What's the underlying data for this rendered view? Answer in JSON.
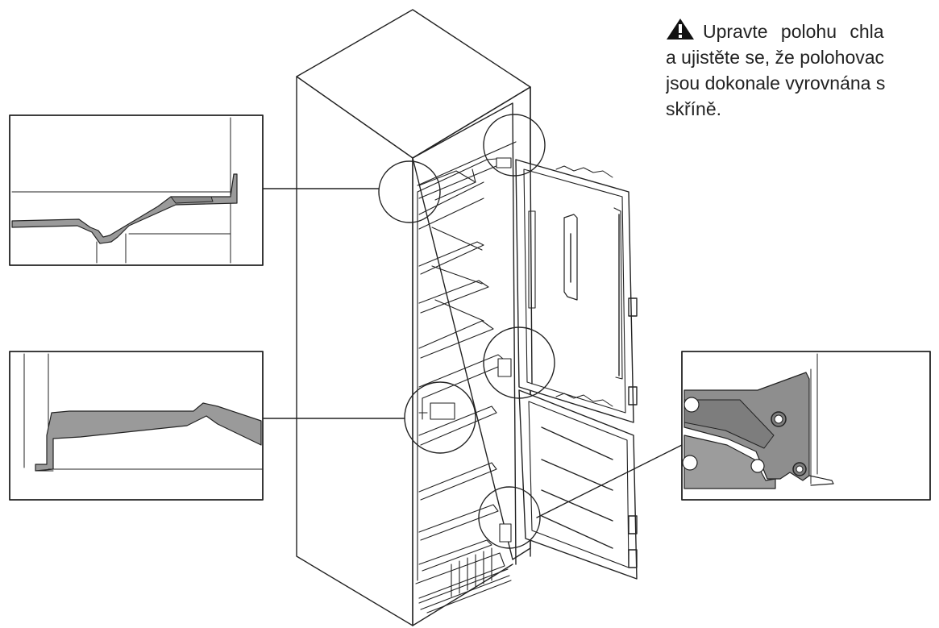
{
  "note": {
    "line1": "Upravte polohu chla",
    "line2": "a ujistěte se, že polohovac",
    "line3": "jsou dokonale vyrovnána s",
    "line4": "skříně."
  },
  "colors": {
    "line": "#222222",
    "fill_gray": "#9a9a9a",
    "dark_gray": "#7d7d7d"
  },
  "icons": [
    "warning-icon"
  ]
}
